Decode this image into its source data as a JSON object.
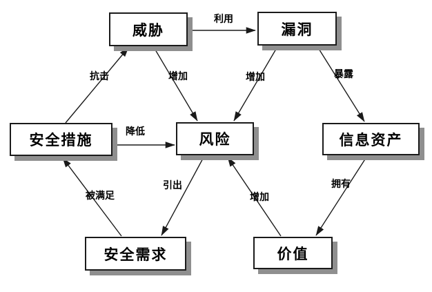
{
  "diagram": {
    "background": "#ffffff",
    "colors": {
      "box_fill": "#ffffff",
      "box_border": "#1a1a1a",
      "box_shadow": "#8f8f8f",
      "line": "#1a1a1a",
      "text": "#000000"
    },
    "nodes": [
      {
        "id": "threat",
        "label": "威胁"
      },
      {
        "id": "vulnerability",
        "label": "漏洞"
      },
      {
        "id": "security-measures",
        "label": "安全措施"
      },
      {
        "id": "risk",
        "label": "风险"
      },
      {
        "id": "information-assets",
        "label": "信息资产"
      },
      {
        "id": "security-requirements",
        "label": "安全需求"
      },
      {
        "id": "value",
        "label": "价值"
      }
    ],
    "edges": [
      {
        "from": "威胁",
        "to": "漏洞",
        "label": "利用"
      },
      {
        "from": "安全措施",
        "to": "威胁",
        "label": "抗击"
      },
      {
        "from": "威胁",
        "to": "风险",
        "label": "增加"
      },
      {
        "from": "漏洞",
        "to": "风险",
        "label": "增加"
      },
      {
        "from": "漏洞",
        "to": "信息资产",
        "label": "暴露"
      },
      {
        "from": "安全措施",
        "to": "风险",
        "label": "降低"
      },
      {
        "from": "风险",
        "to": "安全需求",
        "label": "引出"
      },
      {
        "from": "价值",
        "to": "风险",
        "label": "增加"
      },
      {
        "from": "信息资产",
        "to": "价值",
        "label": "拥有"
      },
      {
        "from": "安全需求",
        "to": "安全措施",
        "label": "被满足"
      }
    ]
  }
}
